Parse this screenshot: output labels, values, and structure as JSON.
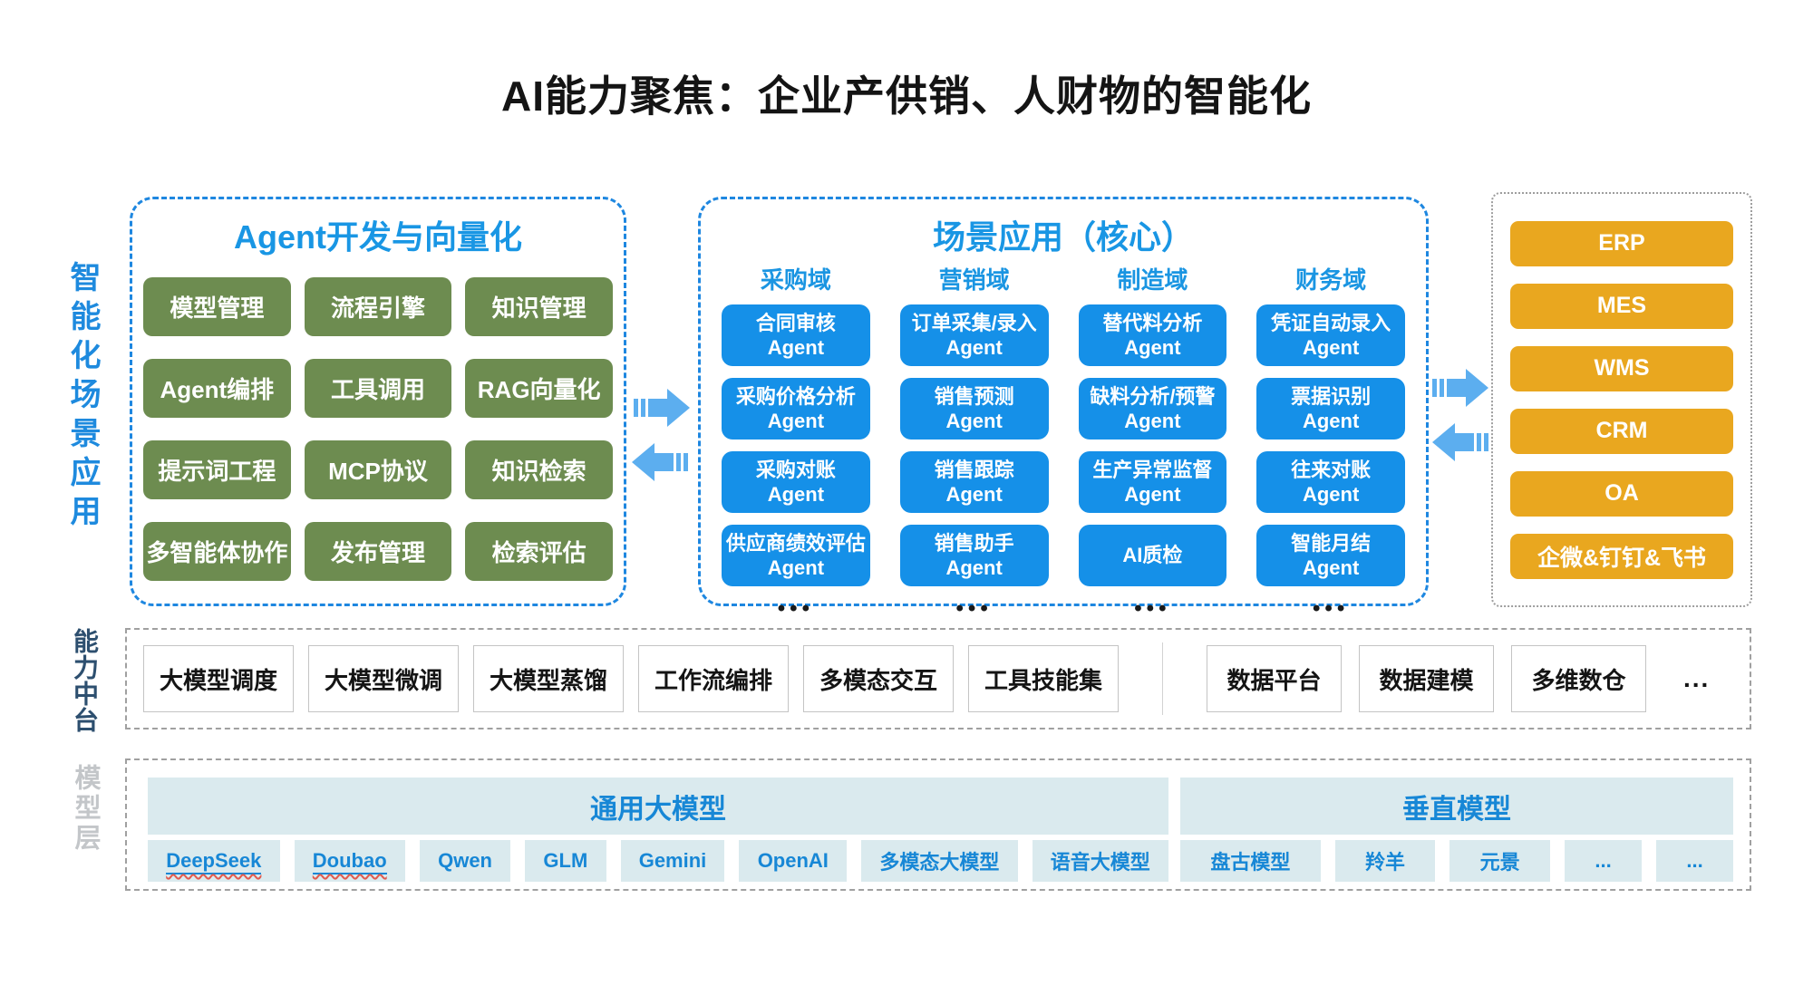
{
  "title": "AI能力聚焦：企业产供销、人财物的智能化",
  "side_labels": {
    "scenario_apps": "智能化场景应用",
    "capability_center": "能力中台",
    "model_layer": "模型层"
  },
  "agent_dev_box": {
    "title": "Agent开发与向量化",
    "items": [
      "模型管理",
      "流程引擎",
      "知识管理",
      "Agent编排",
      "工具调用",
      "RAG向量化",
      "提示词工程",
      "MCP协议",
      "知识检索",
      "多智能体协作",
      "发布管理",
      "检索评估"
    ]
  },
  "scenario_box": {
    "title": "场景应用（核心）",
    "more_dots": "•••",
    "domain_names": {
      "d0": "采购域",
      "d1": "营销域",
      "d2": "制造域",
      "d3": "财务域"
    },
    "domain0_agents": [
      {
        "line1": "合同审核",
        "line2": "Agent"
      },
      {
        "line1": "采购价格分析",
        "line2": "Agent"
      },
      {
        "line1": "采购对账",
        "line2": "Agent"
      },
      {
        "line1": "供应商绩效评估",
        "line2": "Agent"
      }
    ],
    "domain1_agents": [
      {
        "line1": "订单采集/录入",
        "line2": "Agent"
      },
      {
        "line1": "销售预测",
        "line2": "Agent"
      },
      {
        "line1": "销售跟踪",
        "line2": "Agent"
      },
      {
        "line1": "销售助手",
        "line2": "Agent"
      }
    ],
    "domain2_agents": [
      {
        "line1": "替代料分析",
        "line2": "Agent"
      },
      {
        "line1": "缺料分析/预警",
        "line2": "Agent"
      },
      {
        "line1": "生产异常监督",
        "line2": "Agent"
      },
      {
        "line1": "AI质检",
        "line2": ""
      }
    ],
    "domain3_agents": [
      {
        "line1": "凭证自动录入",
        "line2": "Agent"
      },
      {
        "line1": "票据识别",
        "line2": "Agent"
      },
      {
        "line1": "往来对账",
        "line2": "Agent"
      },
      {
        "line1": "智能月结",
        "line2": "Agent"
      }
    ]
  },
  "systems_box": {
    "items": [
      "ERP",
      "MES",
      "WMS",
      "CRM",
      "OA",
      "企微&钉钉&飞书"
    ]
  },
  "capability_band": {
    "left_items": [
      "大模型调度",
      "大模型微调",
      "大模型蒸馏",
      "工作流编排",
      "多模态交互",
      "工具技能集"
    ],
    "right_items": [
      "数据平台",
      "数据建模",
      "多维数仓"
    ],
    "ellipsis": "..."
  },
  "model_band": {
    "general": {
      "title": "通用大模型",
      "chips": [
        {
          "label": "DeepSeek",
          "spellcheck": true
        },
        {
          "label": "Doubao",
          "spellcheck": true
        },
        {
          "label": "Qwen"
        },
        {
          "label": "GLM"
        },
        {
          "label": "Gemini"
        },
        {
          "label": "OpenAI"
        },
        {
          "label": "多模态大模型"
        },
        {
          "label": "语音大模型"
        }
      ]
    },
    "vertical": {
      "title": "垂直模型",
      "chips": [
        {
          "label": "盘古模型"
        },
        {
          "label": "羚羊"
        },
        {
          "label": "元景"
        },
        {
          "label": "..."
        },
        {
          "label": "..."
        }
      ]
    }
  },
  "colors": {
    "accent_blue": "#1996e4",
    "button_blue": "#1590e8",
    "button_green": "#6d8c50",
    "button_orange": "#e9a71f",
    "arrow_blue": "#5caeef",
    "dashed_border_blue": "#1e87e0",
    "band_border_gray": "#a0a0a0",
    "chip_bg": "#daeaee",
    "chip_text_blue": "#1787d6",
    "capability_label_navy": "#2d4f6f",
    "model_label_gray": "#c3c6c9"
  }
}
